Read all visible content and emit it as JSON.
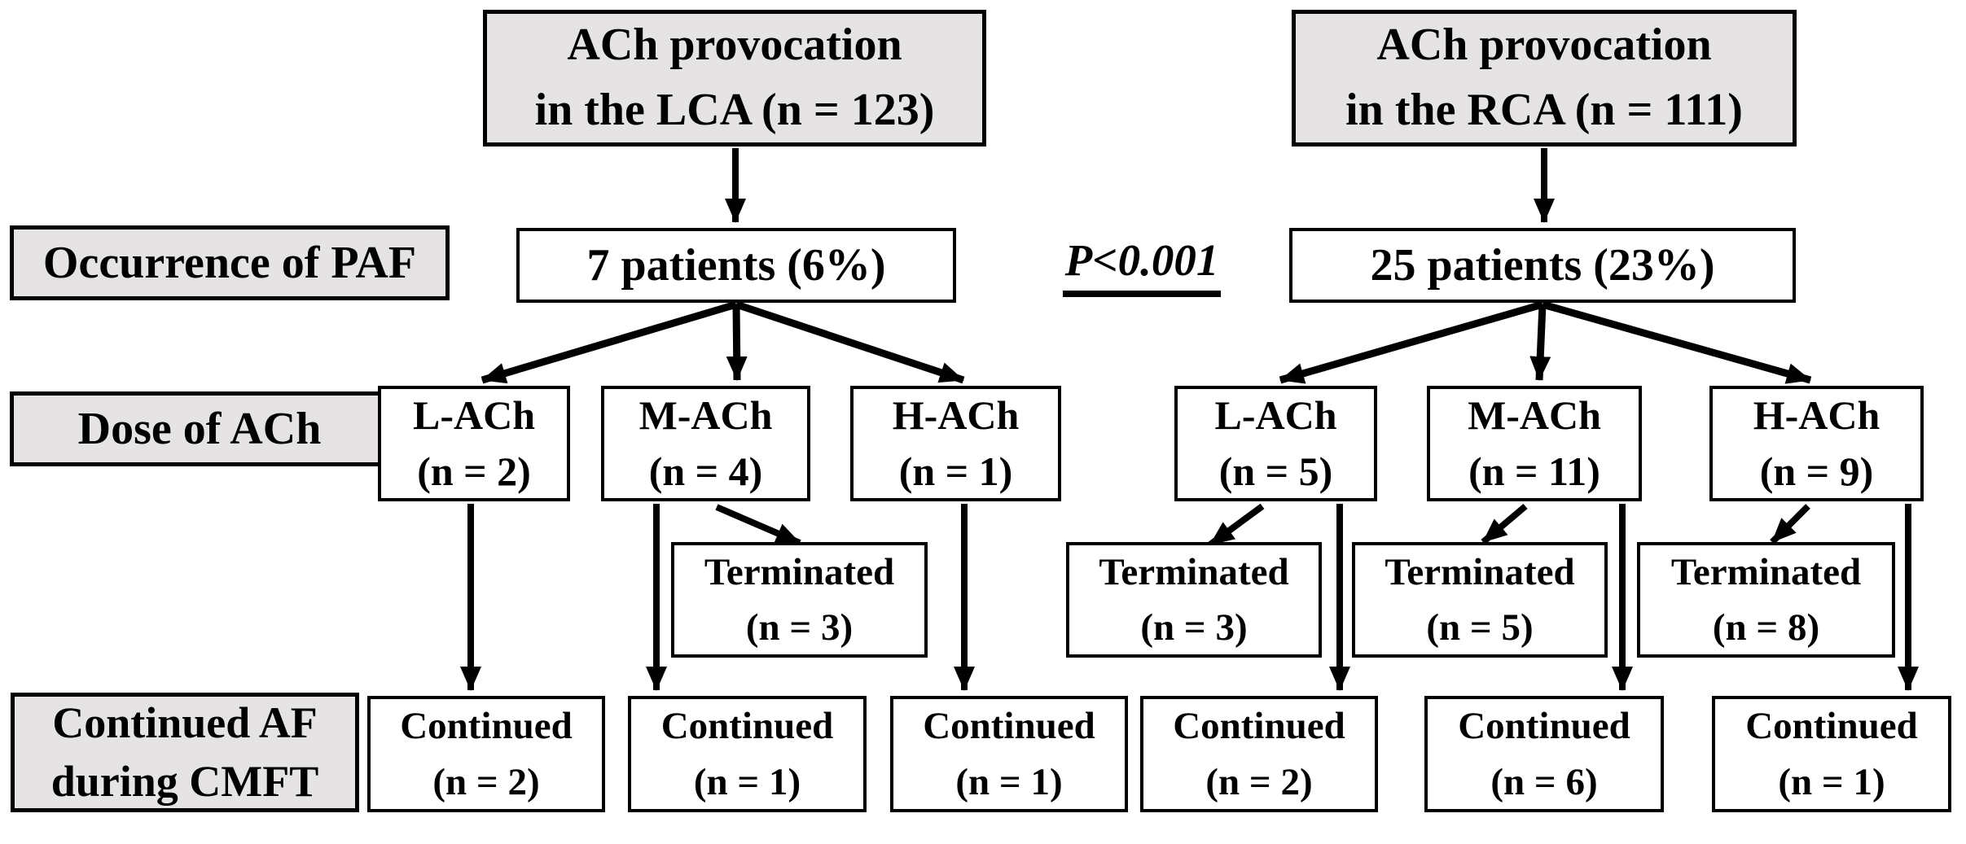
{
  "row_labels": {
    "occurrence": "Occurrence of PAF",
    "dose": "Dose of ACh",
    "continued_line1": "Continued AF",
    "continued_line2": "during CMFT"
  },
  "stats": {
    "p_value": "P<0.001"
  },
  "colors": {
    "label_bg": "#e5e3e3",
    "line": "#000000",
    "box_bg": "#ffffff"
  },
  "lca": {
    "root_line1": "ACh provocation",
    "root_line2": "in the LCA (n = 123)",
    "paf": "7 patients (6%)",
    "doses": [
      {
        "label": "L-ACh",
        "n": "(n = 2)"
      },
      {
        "label": "M-ACh",
        "n": "(n = 4)"
      },
      {
        "label": "H-ACh",
        "n": "(n = 1)"
      }
    ],
    "terminated": [
      {
        "label": "Terminated",
        "n": "(n = 3)"
      }
    ],
    "continued": [
      {
        "label": "Continued",
        "n": "(n = 2)"
      },
      {
        "label": "Continued",
        "n": "(n = 1)"
      },
      {
        "label": "Continued",
        "n": "(n = 1)"
      }
    ]
  },
  "rca": {
    "root_line1": "ACh provocation",
    "root_line2": "in the RCA (n = 111)",
    "paf": "25 patients (23%)",
    "doses": [
      {
        "label": "L-ACh",
        "n": "(n = 5)"
      },
      {
        "label": "M-ACh",
        "n": "(n = 11)"
      },
      {
        "label": "H-ACh",
        "n": "(n = 9)"
      }
    ],
    "terminated": [
      {
        "label": "Terminated",
        "n": "(n = 3)"
      },
      {
        "label": "Terminated",
        "n": "(n = 5)"
      },
      {
        "label": "Terminated",
        "n": "(n = 8)"
      }
    ],
    "continued": [
      {
        "label": "Continued",
        "n": "(n = 2)"
      },
      {
        "label": "Continued",
        "n": "(n = 6)"
      },
      {
        "label": "Continued",
        "n": "(n = 1)"
      }
    ]
  }
}
